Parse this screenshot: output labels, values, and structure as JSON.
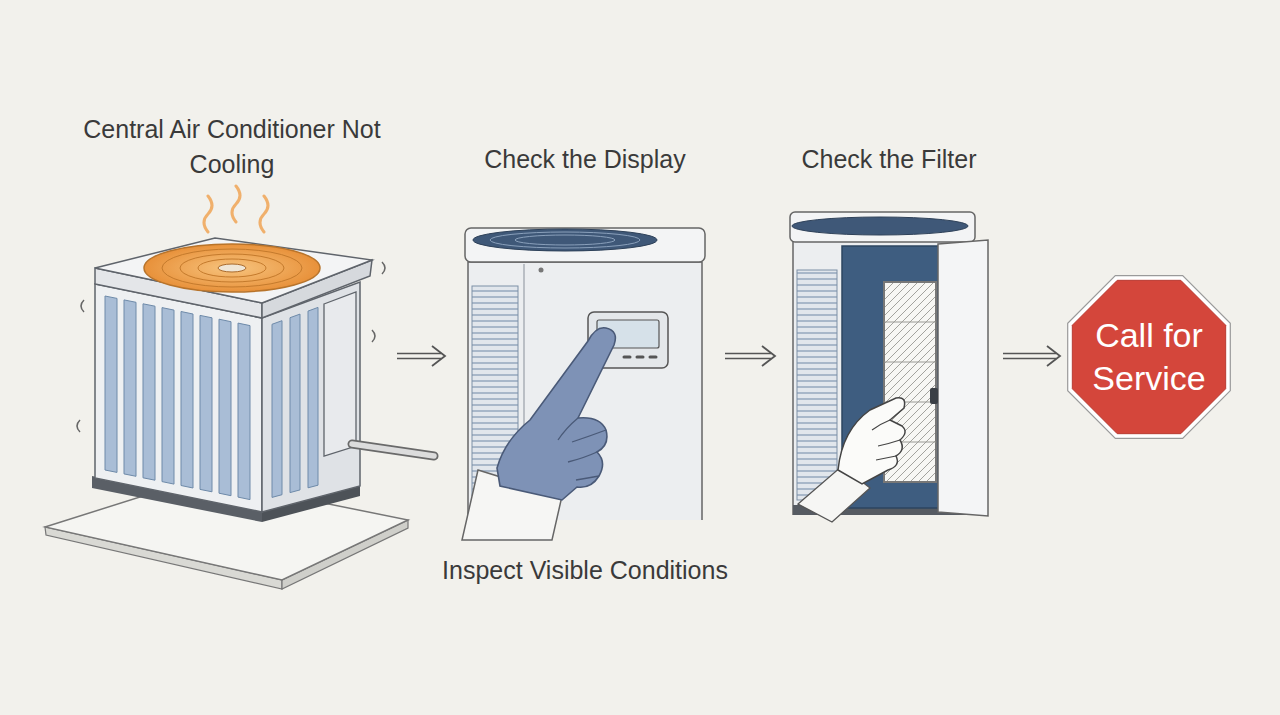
{
  "diagram": {
    "nodes": [
      {
        "text": [
          "Central Air Conditioner Not Cooling"
        ]
      },
      {
        "text": [
          "Check the Display",
          "Inspect Visible Conditions"
        ]
      },
      {
        "text": [
          "Check the Filter"
        ]
      },
      {
        "text": [
          "Call for Service"
        ]
      }
    ],
    "edges": [
      {
        "from": 0,
        "to": 1,
        "arrow": "to"
      },
      {
        "from": 1,
        "to": 2,
        "arrow": "to"
      },
      {
        "from": 2,
        "to": 3,
        "arrow": "to"
      }
    ]
  }
}
